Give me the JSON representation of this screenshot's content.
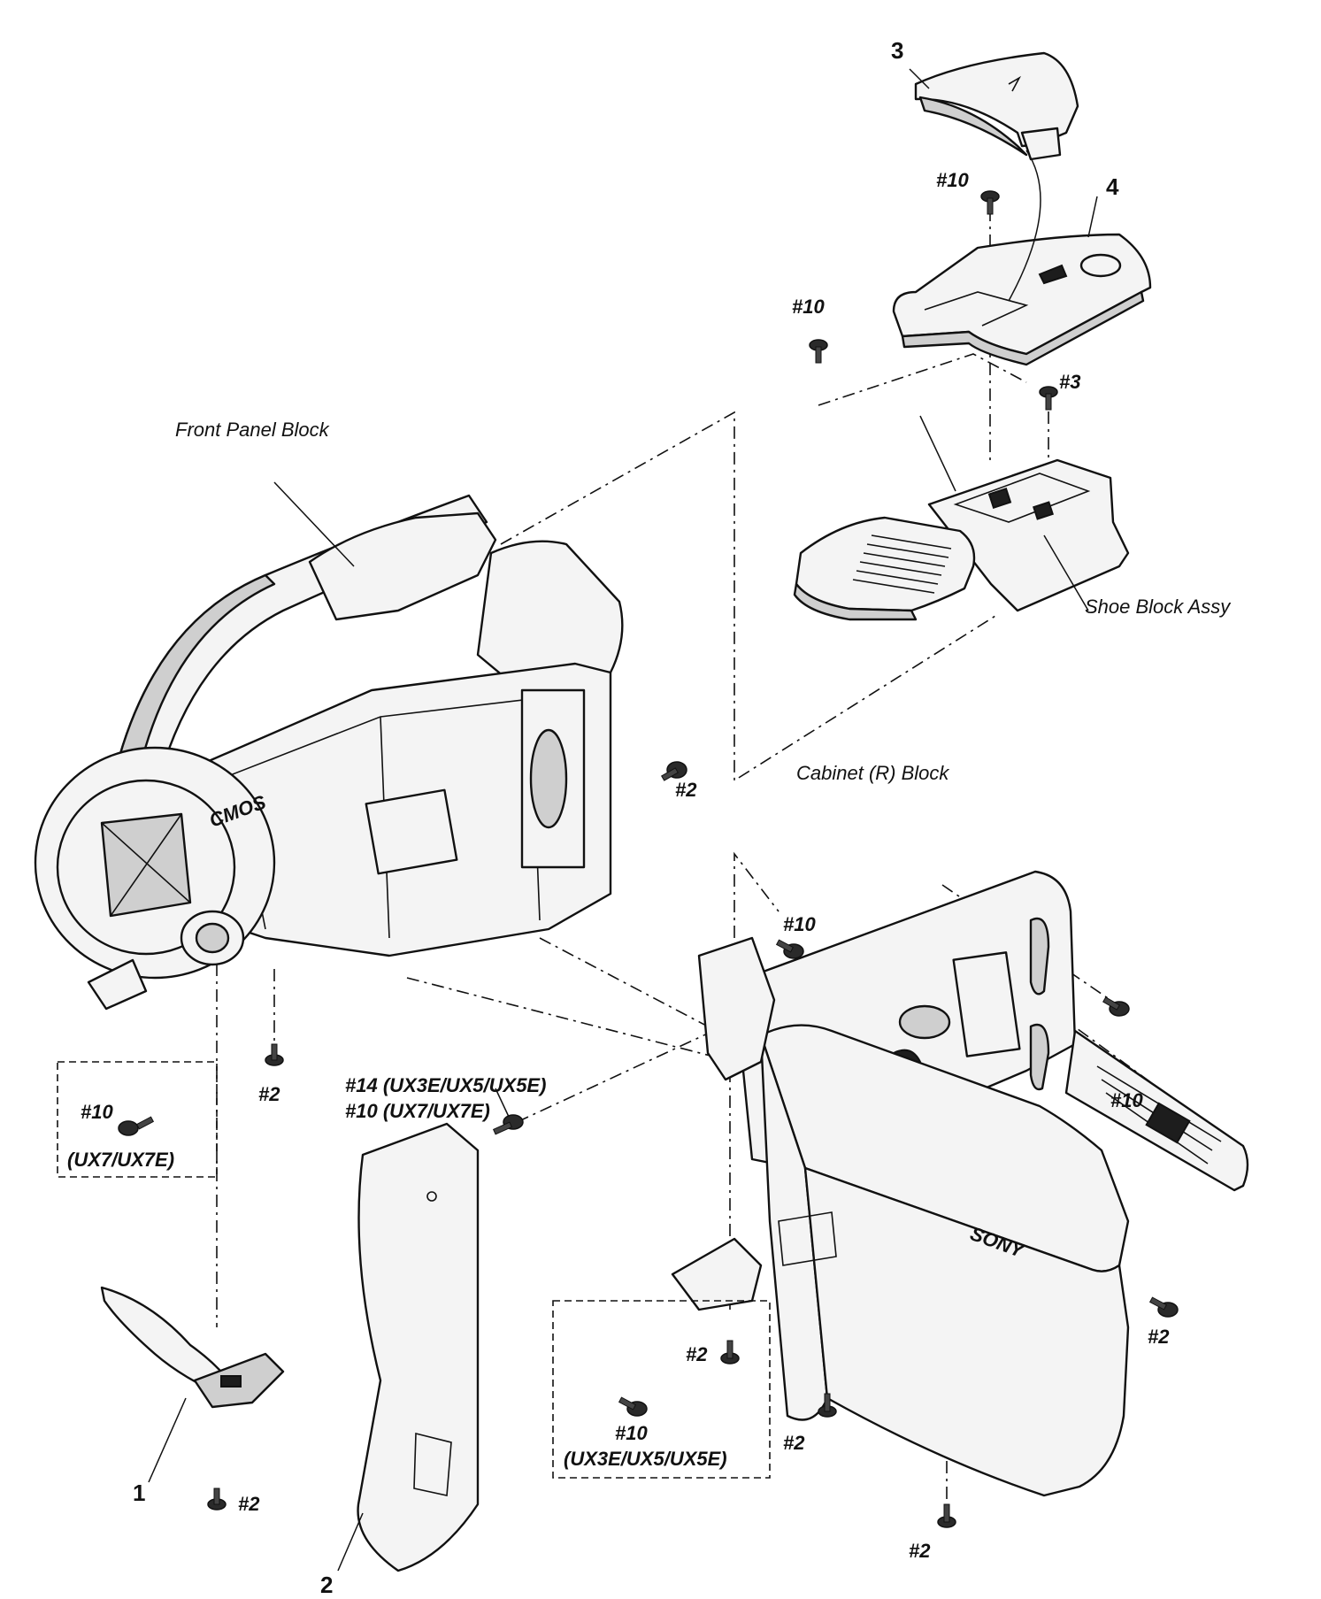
{
  "assembly_labels": {
    "front_panel_block": "Front Panel Block",
    "cabinet_r_block": "Cabinet (R) Block",
    "shoe_block_assy": "Shoe Block Assy"
  },
  "part_numbers": {
    "p1": "1",
    "p2": "2",
    "p3": "3",
    "p4": "4"
  },
  "screw_labels": {
    "s10_top": "#10",
    "s10_left_top": "#10",
    "s3_shoe": "#3",
    "s2_right_body": "#2",
    "s10_cabinet": "#10",
    "s10_boxed_left": "#10",
    "s2_under_lens": "#2",
    "s10_right": "#10",
    "s2_bottom_part1": "#2",
    "s2_center": "#2",
    "s10_boxed_bottom": "#10",
    "s2_mid_bottom": "#2",
    "s2_right_lower": "#2",
    "s2_bottom": "#2"
  },
  "model_notes": {
    "left_box": "(UX7/UX7E)",
    "bottom_box": "(UX3E/UX5/UX5E)",
    "part2_line1": "#14 (UX3E/UX5/UX5E)",
    "part2_line2": "#10 (UX7/UX7E)"
  },
  "brand_marks": {
    "front_logo": "CMOS",
    "cabinet_logo": "SONY"
  }
}
